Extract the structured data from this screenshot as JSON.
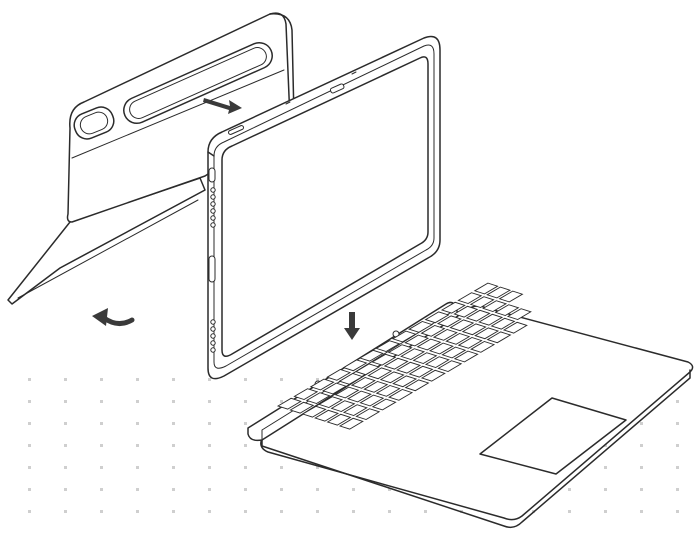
{
  "figure": {
    "subject": "tablet-book-cover-keyboard-assembly",
    "parts": [
      "back-cover",
      "tablet",
      "keyboard"
    ],
    "arrows": [
      {
        "name": "slide-cover-right-arrow",
        "direction": "right"
      },
      {
        "name": "fold-cover-back-arrow",
        "direction": "curved-left"
      },
      {
        "name": "attach-down-arrow",
        "direction": "down"
      }
    ],
    "colors": {
      "line": "#2b2b2b",
      "arrow": "#3a3a3a",
      "background": "#ffffff",
      "dot_grid": "#cfcfcf"
    }
  }
}
